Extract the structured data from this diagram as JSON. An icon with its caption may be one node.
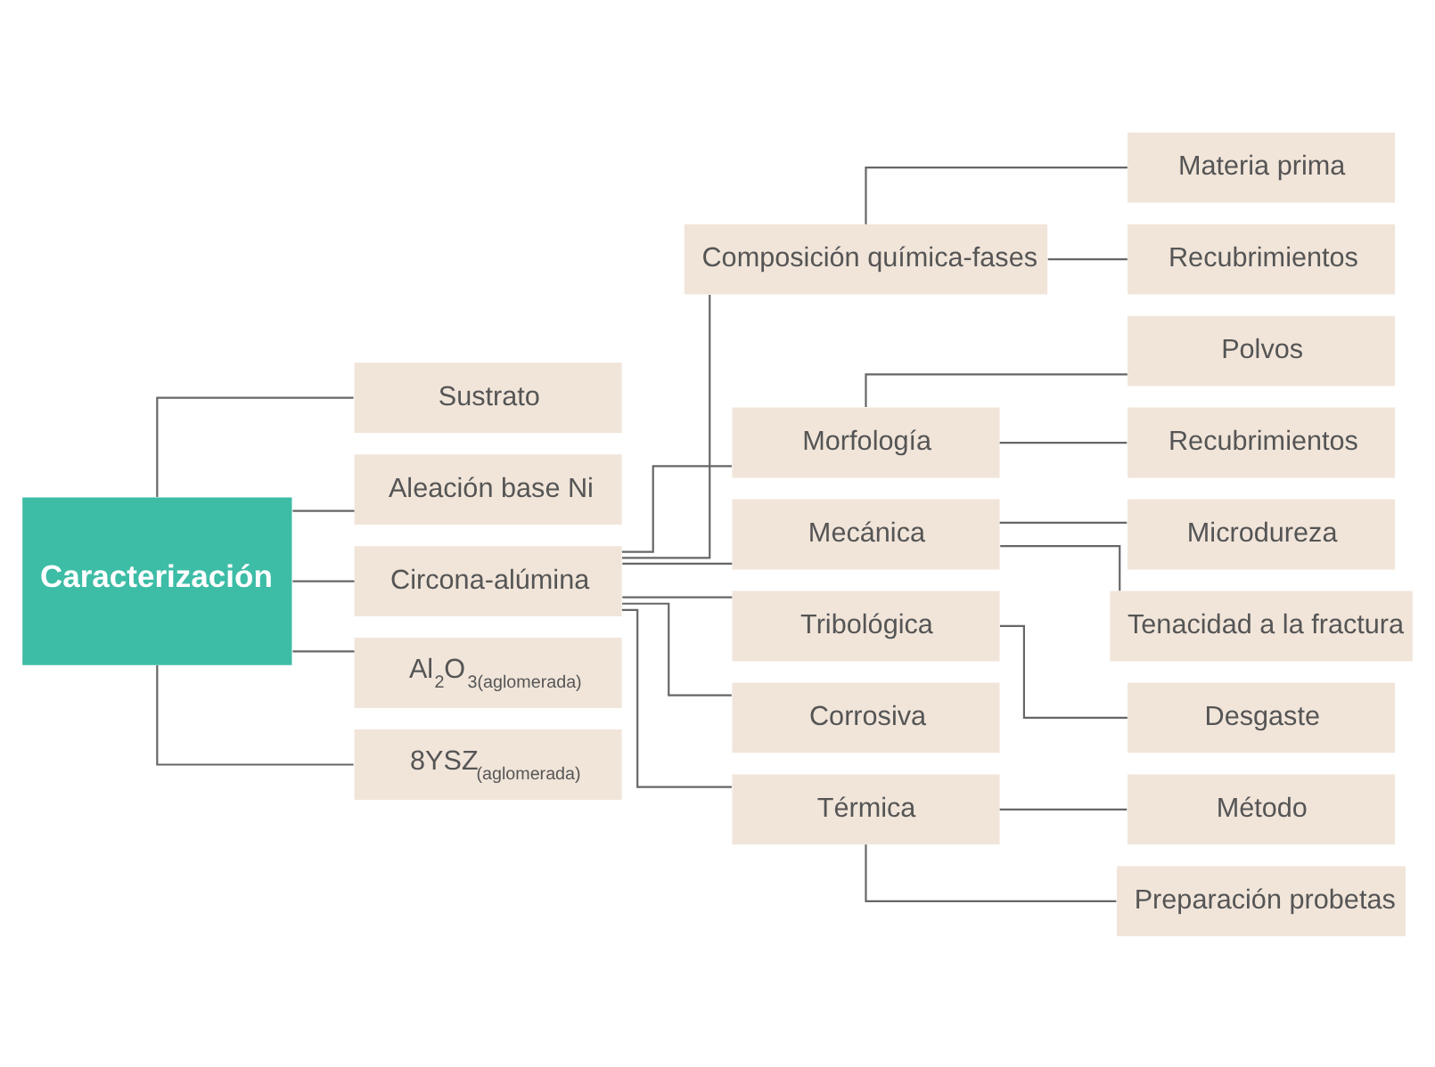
{
  "diagram": {
    "nodes": [
      {
        "text": [
          "Caracterización"
        ]
      },
      {
        "text": [
          "Sustrato"
        ]
      },
      {
        "text": [
          "Aleación base Ni"
        ]
      },
      {
        "text": [
          "Circona-alúmina"
        ]
      },
      {
        "text": [
          "Al$_{2}$O$_{3(aglomerada)}$"
        ]
      },
      {
        "text": [
          "8YSZ$_{(aglomerada)}$"
        ]
      },
      {
        "text": [
          "Composición química-fases"
        ]
      },
      {
        "text": [
          "Materia prima"
        ]
      },
      {
        "text": [
          "Recubrimientos"
        ]
      },
      {
        "text": [
          "Morfología"
        ]
      },
      {
        "text": [
          "Polvos"
        ]
      },
      {
        "text": [
          "Recubrimientos"
        ]
      },
      {
        "text": [
          "Mecánica"
        ]
      },
      {
        "text": [
          "Microdureza"
        ]
      },
      {
        "text": [
          "Tenacidad a la fractura"
        ]
      },
      {
        "text": [
          "Tribológica"
        ]
      },
      {
        "text": [
          "Desgaste"
        ]
      },
      {
        "text": [
          "Corrosiva"
        ]
      },
      {
        "text": [
          "Térmica"
        ]
      },
      {
        "text": [
          "Método"
        ]
      },
      {
        "text": [
          "Preparación probetas"
        ]
      }
    ],
    "edges": [
      {
        "from": 0,
        "to": 1,
        "arrow": "none"
      },
      {
        "from": 0,
        "to": 2,
        "arrow": "none"
      },
      {
        "from": 0,
        "to": 3,
        "arrow": "none"
      },
      {
        "from": 0,
        "to": 4,
        "arrow": "none"
      },
      {
        "from": 0,
        "to": 5,
        "arrow": "none"
      },
      {
        "from": 3,
        "to": 6,
        "arrow": "none"
      },
      {
        "from": 3,
        "to": 9,
        "arrow": "none"
      },
      {
        "from": 3,
        "to": 12,
        "arrow": "none"
      },
      {
        "from": 3,
        "to": 15,
        "arrow": "none"
      },
      {
        "from": 3,
        "to": 17,
        "arrow": "none"
      },
      {
        "from": 3,
        "to": 18,
        "arrow": "none"
      },
      {
        "from": 6,
        "to": 7,
        "arrow": "none"
      },
      {
        "from": 6,
        "to": 8,
        "arrow": "none"
      },
      {
        "from": 9,
        "to": 10,
        "arrow": "none"
      },
      {
        "from": 9,
        "to": 11,
        "arrow": "none"
      },
      {
        "from": 12,
        "to": 13,
        "arrow": "none"
      },
      {
        "from": 12,
        "to": 14,
        "arrow": "none"
      },
      {
        "from": 15,
        "to": 16,
        "arrow": "none"
      },
      {
        "from": 18,
        "to": 19,
        "arrow": "none"
      },
      {
        "from": 18,
        "to": 20,
        "arrow": "none"
      }
    ]
  }
}
